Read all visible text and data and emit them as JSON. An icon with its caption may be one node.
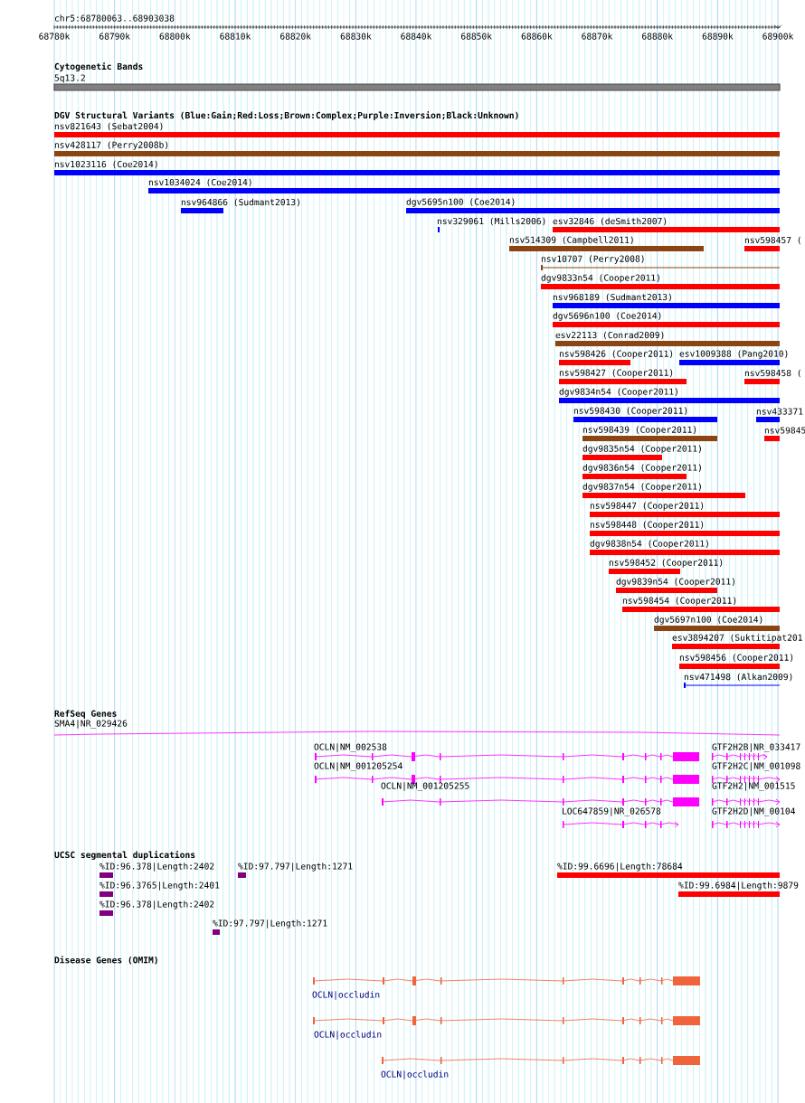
{
  "diagram": {
    "labels": [
      "chr5:68780063..68903038",
      "68780k",
      "68790k",
      "68800k",
      "68810k",
      "68820k",
      "68830k",
      "68840k",
      "68850k",
      "68860k",
      "68870k",
      "68880k",
      "68890k",
      "68900k",
      "Cytogenetic Bands",
      "5q13.2",
      "DGV Structural Variants (Blue:Gain;Red:Loss;Brown:Complex;Purple:Inversion;Black:Unknown)",
      "nsv821643 (Sebat2004)",
      "nsv428117 (Perry2008b)",
      "nsv1023116 (Coe2014)",
      "nsv1034024 (Coe2014)",
      "nsv964866 (Sudmant2013)",
      "dgv5695n100 (Coe2014)",
      "nsv329061 (Mills2006)",
      "esv32846 (deSmith2007)",
      "nsv514309 (Campbell2011)",
      "nsv598457 (",
      "nsv10707 (Perry2008)",
      "dgv9833n54 (Cooper2011)",
      "nsv968189 (Sudmant2013)",
      "dgv5696n100 (Coe2014)",
      "esv22113 (Conrad2009)",
      "nsv598426 (Cooper2011)",
      "esv1009388 (Pang2010)",
      "nsv598427 (Cooper2011)",
      "nsv598458 (",
      "dgv9834n54 (Cooper2011)",
      "nsv598430 (Cooper2011)",
      "nsv433371",
      "nsv598439 (Cooper2011)",
      "nsv59845",
      "dgv9835n54 (Cooper2011)",
      "dgv9836n54 (Cooper2011)",
      "dgv9837n54 (Cooper2011)",
      "nsv598447 (Cooper2011)",
      "nsv598448 (Cooper2011)",
      "dgv9838n54 (Cooper2011)",
      "nsv598452 (Cooper2011)",
      "dgv9839n54 (Cooper2011)",
      "nsv598454 (Cooper2011)",
      "dgv5697n100 (Coe2014)",
      "esv3894207 (Suktitipat201",
      "nsv598456 (Cooper2011)",
      "nsv471498 (Alkan2009)",
      "RefSeq Genes",
      "SMA4|NR_029426",
      "OCLN|NM_002538",
      "GTF2H2B|NR_033417",
      "OCLN|NM_001205254",
      "GTF2H2C|NM_001098",
      "OCLN|NM_001205255",
      "GTF2H2|NM_001515",
      "LOC647859|NR_026578",
      "GTF2H2D|NM_00104",
      "UCSC segmental duplications",
      "%ID:96.378|Length:2402",
      "%ID:97.797|Length:1271",
      "%ID:99.6696|Length:78684",
      "%ID:96.3765|Length:2401",
      "%ID:99.6984|Length:9879",
      "%ID:96.378|Length:2402",
      "%ID:97.797|Length:1271",
      "Disease Genes (OMIM)",
      "OCLN|occludin",
      "OCLN|occludin",
      "OCLN|occludin"
    ]
  }
}
